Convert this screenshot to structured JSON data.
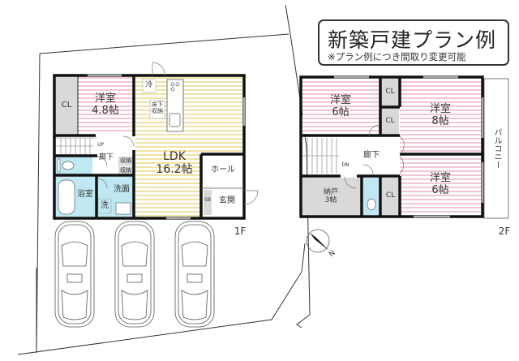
{
  "title": {
    "main": "新築戸建プラン例",
    "note": "※プラン例につき間取り変更可能"
  },
  "colors": {
    "western_room_stripe": "#f2c6d6",
    "ldk_stripe": "#efe3a6",
    "wet_area": "#bfe8f2",
    "storage_gray": "#d9d9d9",
    "wall": "#111111"
  },
  "floor1": {
    "label": "1F",
    "rooms": {
      "western": {
        "name": "洋室",
        "size": "4.8帖"
      },
      "ldk": {
        "name": "LDK",
        "size": "16.2帖"
      },
      "closet": "CL",
      "fridge": "冷",
      "underfloor": "床下\n収納",
      "up": "UP",
      "hall_corridor": "廊下",
      "storage1": "収納",
      "storage2": "収納",
      "bath": "浴室",
      "washroom": "洗面",
      "washer": "洗",
      "hall": "ホール",
      "entrance": "玄関",
      "shoe_box": "SB"
    },
    "parking_spaces": 3
  },
  "floor2": {
    "label": "2F",
    "rooms": {
      "western_nw": {
        "name": "洋室",
        "size": "6帖"
      },
      "western_ne": {
        "name": "洋室",
        "size": "8帖"
      },
      "western_se": {
        "name": "洋室",
        "size": "6帖"
      },
      "closet_a": "CL",
      "closet_b": "CL",
      "closet_c": "CL",
      "corridor": "廊下",
      "down": "DN",
      "storage": {
        "name": "納戸",
        "size": "3帖"
      },
      "balcony": "バルコニー"
    }
  },
  "compass": {
    "label": "N"
  }
}
